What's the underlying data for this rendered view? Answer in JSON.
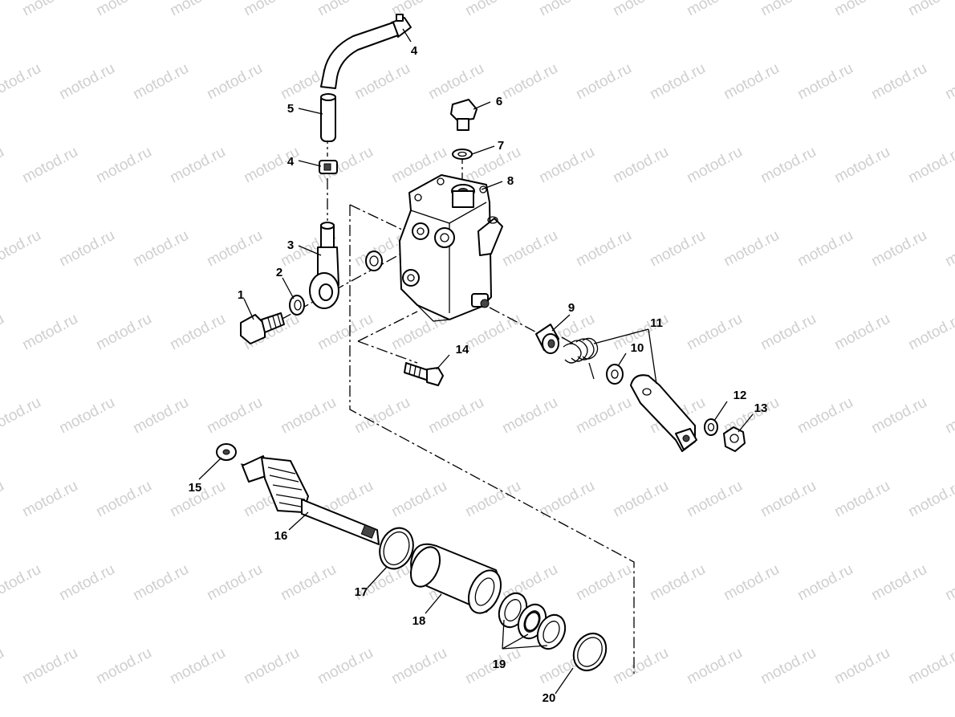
{
  "watermark": "motod.ru",
  "parts": [
    {
      "id": 1,
      "label": "1"
    },
    {
      "id": 2,
      "label": "2"
    },
    {
      "id": 3,
      "label": "3"
    },
    {
      "id": 4,
      "label": "4"
    },
    {
      "id": 5,
      "label": "5"
    },
    {
      "id": 6,
      "label": "6"
    },
    {
      "id": 7,
      "label": "7"
    },
    {
      "id": 8,
      "label": "8"
    },
    {
      "id": 9,
      "label": "9"
    },
    {
      "id": 10,
      "label": "10"
    },
    {
      "id": 11,
      "label": "11"
    },
    {
      "id": 12,
      "label": "12"
    },
    {
      "id": 13,
      "label": "13"
    },
    {
      "id": 14,
      "label": "14"
    },
    {
      "id": 15,
      "label": "15"
    },
    {
      "id": 16,
      "label": "16"
    },
    {
      "id": 17,
      "label": "17"
    },
    {
      "id": 18,
      "label": "18"
    },
    {
      "id": 19,
      "label": "19"
    },
    {
      "id": 20,
      "label": "20"
    }
  ]
}
